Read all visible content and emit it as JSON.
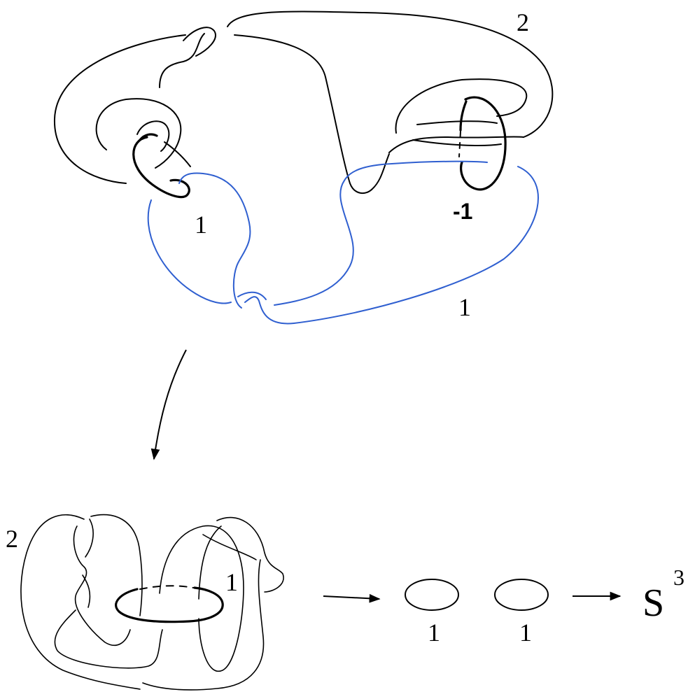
{
  "top_diagram": {
    "label_outer_2": "2",
    "label_left_1": "1",
    "label_right_minus1": "-1",
    "label_blue_1": "1"
  },
  "bottom_diagram": {
    "label_2": "2",
    "label_1": "1"
  },
  "unknots": {
    "left_label": "1",
    "right_label": "1"
  },
  "result": {
    "base": "S",
    "superscript": "3"
  },
  "colors": {
    "knot": "#000000",
    "blue_component": "#2f5fd0"
  }
}
